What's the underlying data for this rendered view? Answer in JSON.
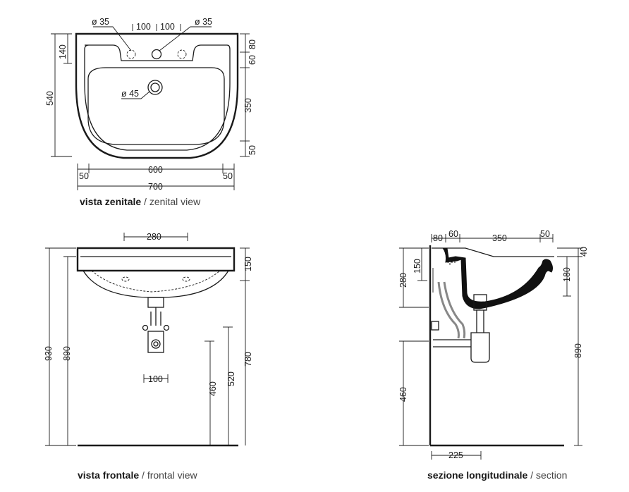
{
  "top_view": {
    "caption_it": "vista zenitale",
    "caption_sep": " / ",
    "caption_en": "zenital view",
    "dims": {
      "hole_left": "ø 35",
      "hole_right": "ø 35",
      "spacing_left": "100",
      "spacing_right": "100",
      "drain": "ø 45",
      "depth_total": "540",
      "back_deck": "140",
      "right_60": "60",
      "right_80": "80",
      "right_350": "350",
      "right_50": "50",
      "bottom_left": "50",
      "bottom_inner": "600",
      "bottom_right": "50",
      "bottom_total": "700"
    }
  },
  "front_view": {
    "caption_it": "vista frontale",
    "caption_sep": " / ",
    "caption_en": "frontal view",
    "dims": {
      "width_280": "280",
      "h_930": "930",
      "h_890": "890",
      "h_150": "150",
      "h_780": "780",
      "h_520": "520",
      "h_460": "460",
      "trap_100": "100"
    }
  },
  "section_view": {
    "caption_it": "sezione longitudinale",
    "caption_sep": " / ",
    "caption_en": "section",
    "dims": {
      "top_80": "80",
      "top_60": "60",
      "top_350": "350",
      "top_50": "50",
      "h_280": "280",
      "h_150": "150",
      "h_40": "40",
      "h_180": "180",
      "h_890": "890",
      "h_460": "460",
      "bottom_225": "225"
    }
  }
}
